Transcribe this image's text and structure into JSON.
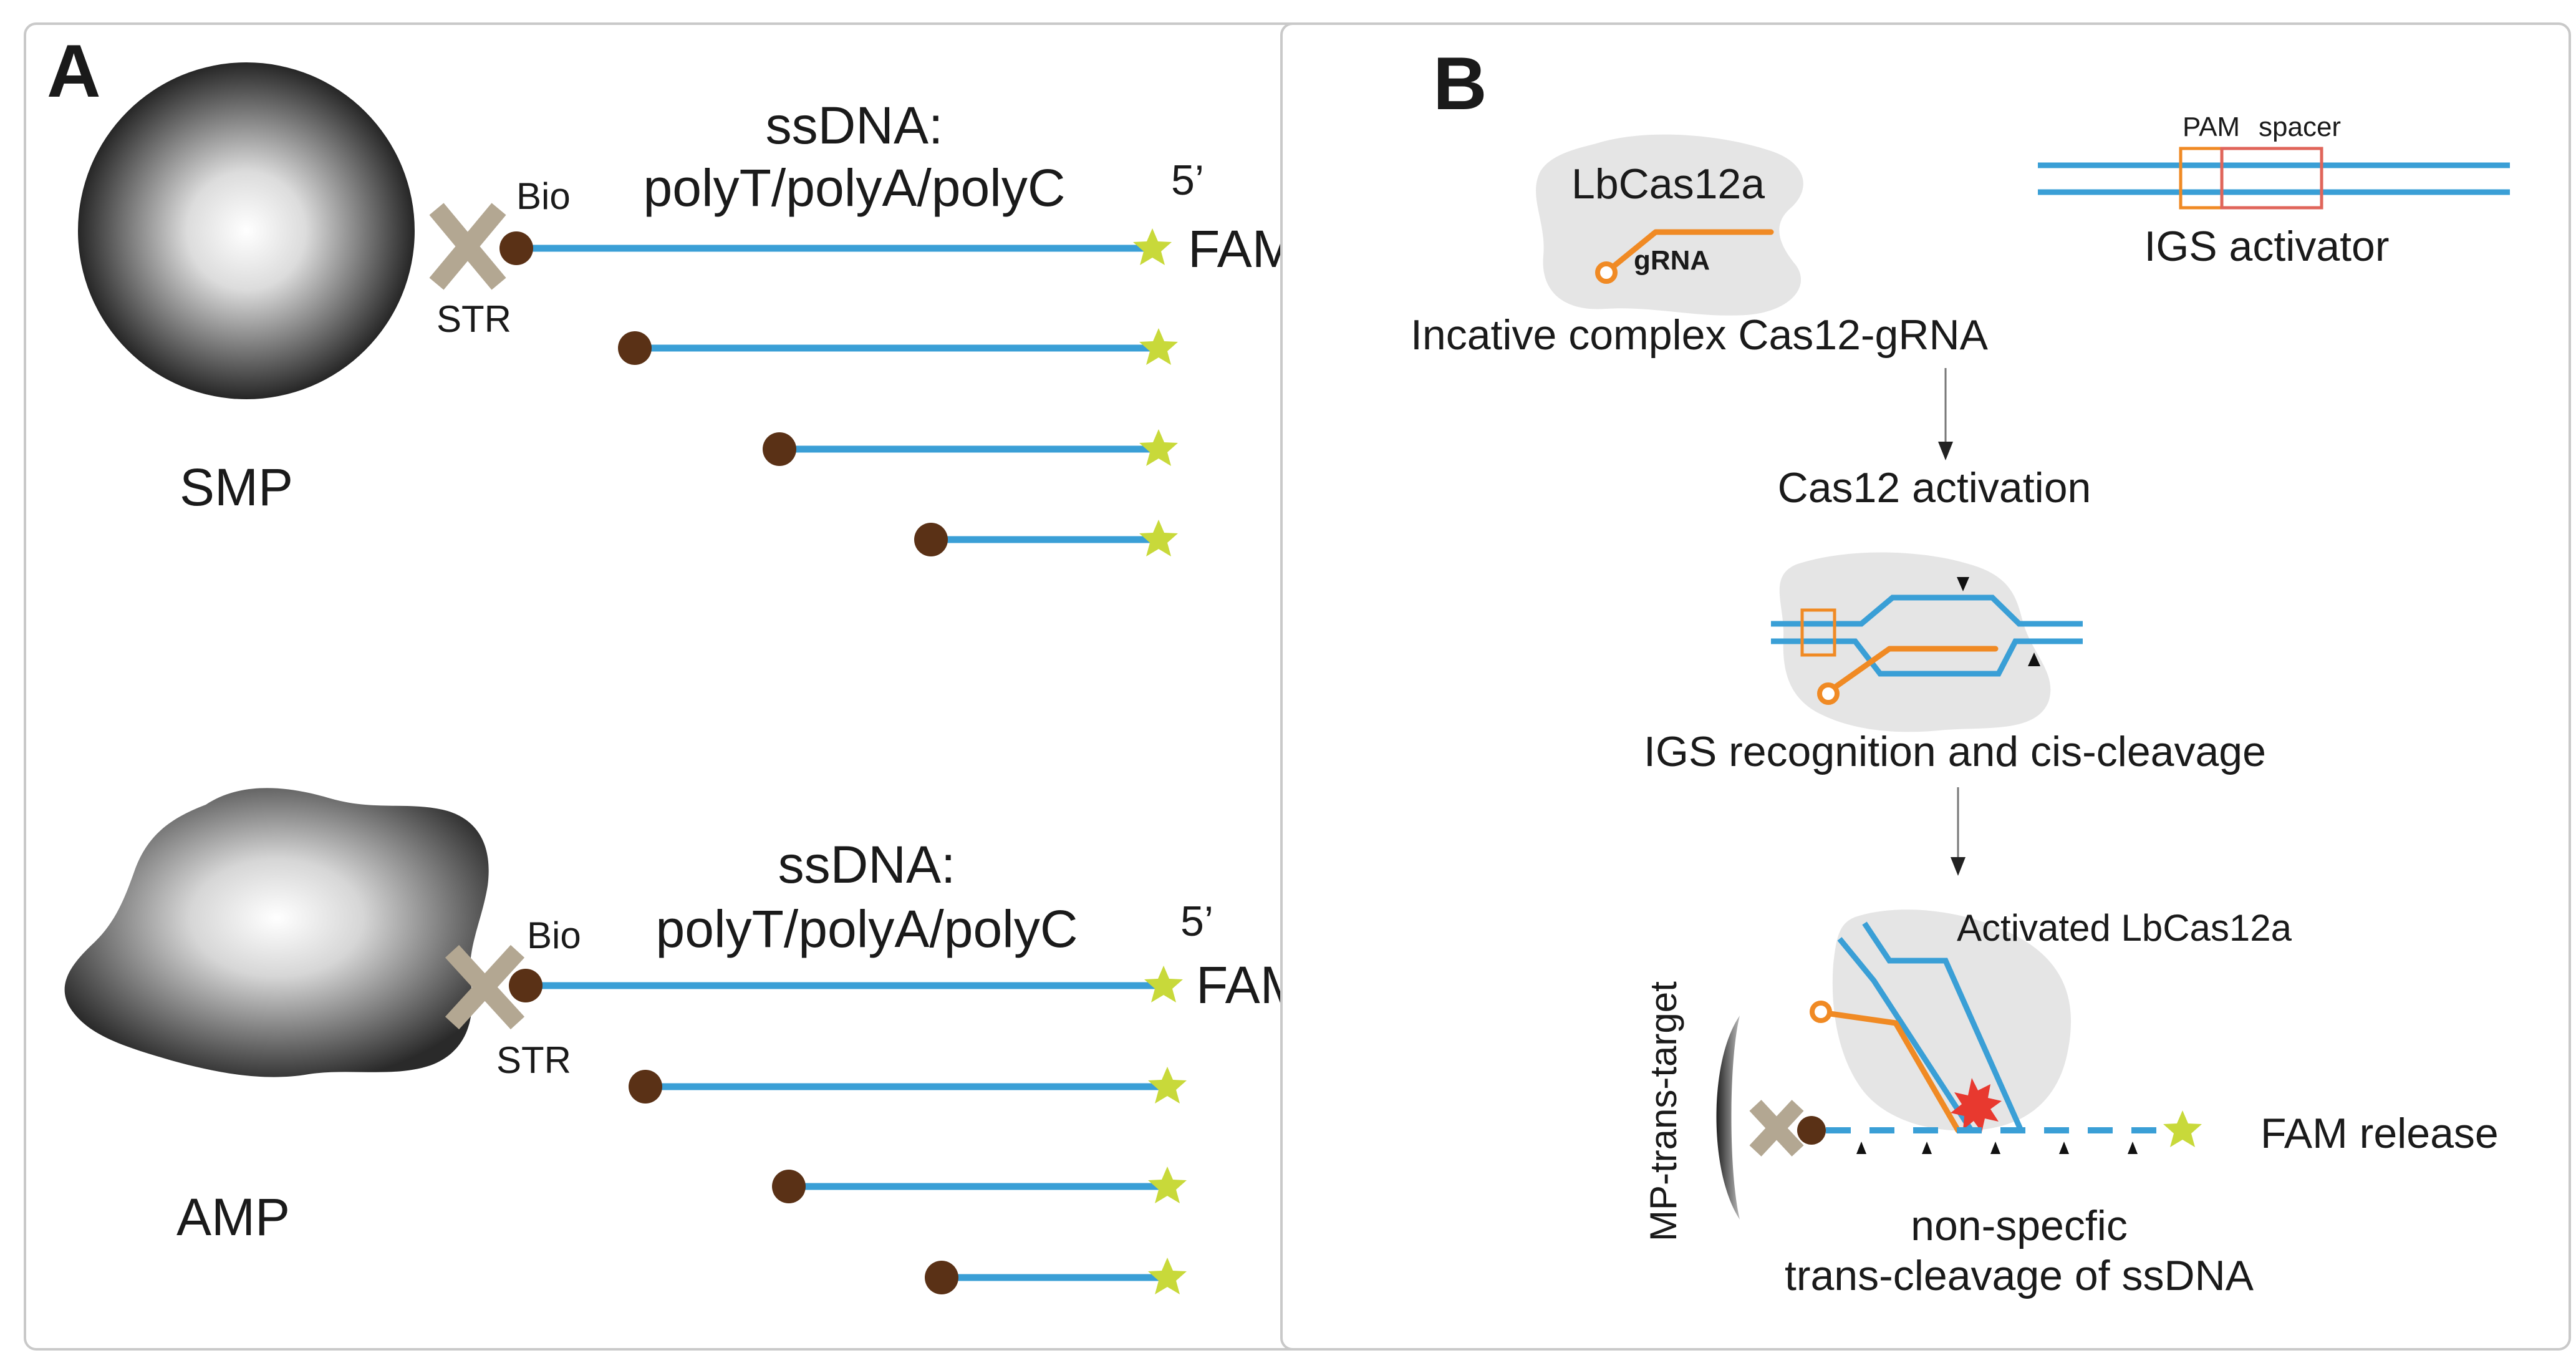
{
  "panel_a": {
    "letter": "A",
    "smp": {
      "particle_label": "SMP",
      "linker_label": "Bio",
      "streptavidin_label": "STR",
      "ssdna_title": "ssDNA:",
      "ssdna_sequence": "polyT/polyA/polyC",
      "end_label": "5’",
      "fluorophore_label": "FAM"
    },
    "amp": {
      "particle_label": "AMP",
      "linker_label": "Bio",
      "streptavidin_label": "STR",
      "ssdna_title": "ssDNA:",
      "ssdna_sequence": "polyT/polyA/polyC",
      "end_label": "5’",
      "fluorophore_label": "FAM"
    }
  },
  "panel_b": {
    "letter": "B",
    "enzyme_label": "LbCas12a",
    "grna_label": "gRNA",
    "complex_caption": "Incative complex Cas12-gRNA",
    "pam_label": "PAM",
    "spacer_label": "spacer",
    "activator_caption": "IGS activator",
    "step1_caption": "Cas12 activation",
    "step2_caption": "IGS recognition and cis-cleavage",
    "activated_label": "Activated LbCas12a",
    "target_label": "MP-trans-target",
    "release_label": "FAM release",
    "trans_caption_line1": "non-specfic",
    "trans_caption_line2": "trans-cleavage of ssDNA"
  },
  "colors": {
    "dna_strand": "#3a9fd6",
    "guide_rna": "#f08a24",
    "fam_star": "#c8d93a",
    "biotin_bead": "#5a3116",
    "streptavidin": "#b3a792",
    "enzyme_blob": "#e5e5e5",
    "cleavage_burst": "#e8392f"
  }
}
